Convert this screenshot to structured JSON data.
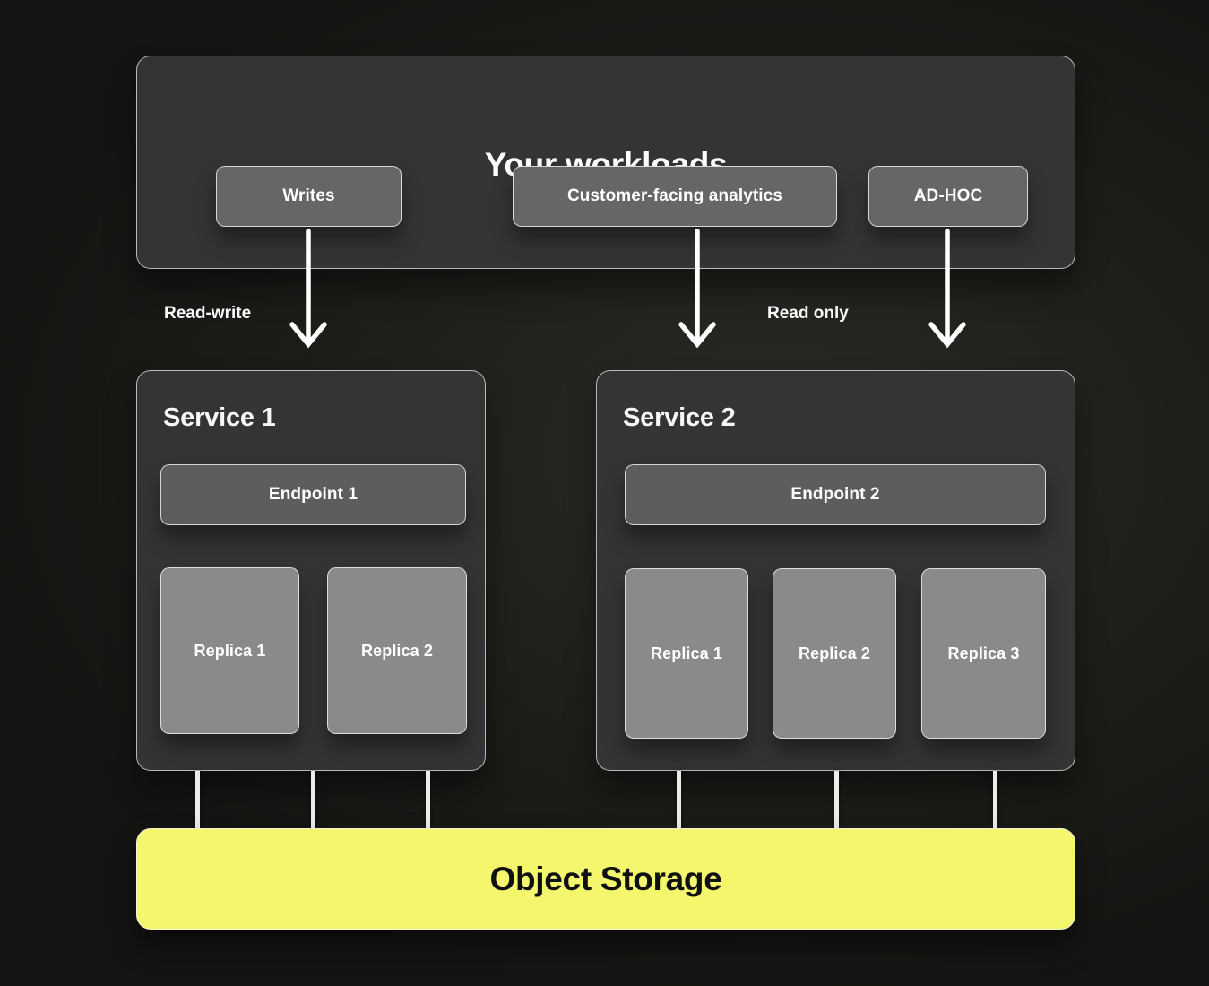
{
  "workloads": {
    "title": "Your workloads",
    "buttons": [
      {
        "label": "Writes"
      },
      {
        "label": "Customer-facing analytics"
      },
      {
        "label": "AD-HOC"
      }
    ]
  },
  "flow_labels": {
    "read_write": "Read-write",
    "read_only": "Read only"
  },
  "services": [
    {
      "title": "Service 1",
      "endpoint": "Endpoint 1",
      "replicas": [
        "Replica 1",
        "Replica 2"
      ]
    },
    {
      "title": "Service 2",
      "endpoint": "Endpoint 2",
      "replicas": [
        "Replica 1",
        "Replica 2",
        "Replica 3"
      ]
    }
  ],
  "storage": {
    "label": "Object Storage"
  },
  "colors": {
    "background_center": "#2b2b26",
    "background_edge": "#141412",
    "panel_fill": "#343434",
    "panel_border": "#e6e6e6",
    "chip_fill": "#666666",
    "endpoint_fill": "#5d5d5d",
    "replica_fill": "#8a8a8a",
    "arrow": "#ffffff",
    "storage_fill": "#f4f76e",
    "storage_text": "#101010"
  }
}
